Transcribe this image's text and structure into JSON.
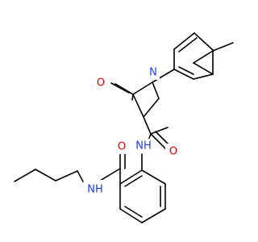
{
  "molecule": {
    "atoms": {
      "o_lactam": {
        "label": "O",
        "color": "#e00000"
      },
      "n_ring": {
        "label": "N",
        "color": "#1f3ee6"
      },
      "o_amide": {
        "label": "O",
        "color": "#e00000"
      },
      "n_amide": {
        "label": "NH",
        "color": "#1f3ee6"
      },
      "o_benzamide": {
        "label": "O",
        "color": "#e00000"
      },
      "n_butyl": {
        "label": "NH",
        "color": "#1f3ee6"
      }
    }
  }
}
